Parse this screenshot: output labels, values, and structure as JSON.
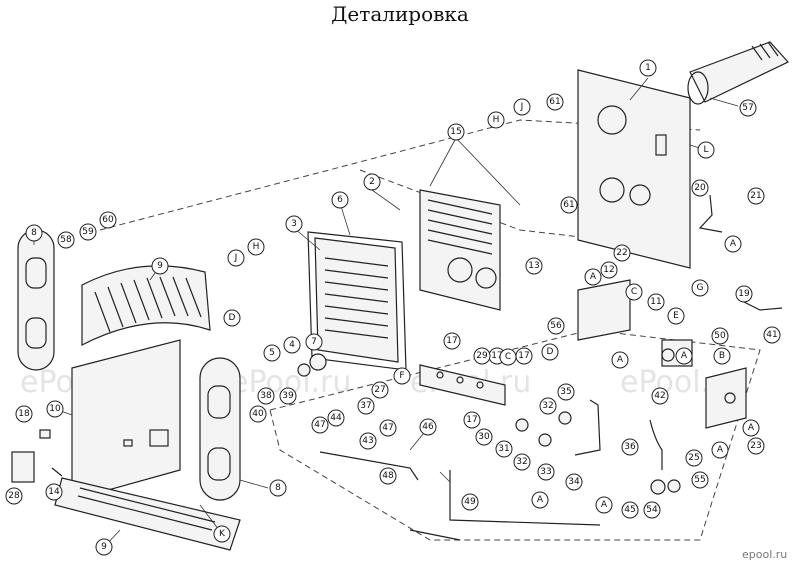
{
  "title": "Деталировка",
  "watermarks": [
    "ePool.ru",
    "ePool.ru",
    "ePool.ru",
    "ePool.ru"
  ],
  "brand_mark": "epool.ru",
  "callouts": [
    "1",
    "2",
    "3",
    "4",
    "5",
    "6",
    "7",
    "8",
    "8",
    "9",
    "9",
    "10",
    "11",
    "12",
    "13",
    "14",
    "15",
    "17",
    "17",
    "17",
    "17",
    "18",
    "19",
    "20",
    "21",
    "22",
    "23",
    "25",
    "27",
    "28",
    "29",
    "30",
    "31",
    "32",
    "32",
    "33",
    "34",
    "35",
    "36",
    "37",
    "38",
    "39",
    "40",
    "41",
    "42",
    "43",
    "44",
    "45",
    "46",
    "47",
    "47",
    "48",
    "49",
    "50",
    "54",
    "55",
    "56",
    "57",
    "58",
    "59",
    "60",
    "61",
    "61",
    "A",
    "A",
    "A",
    "A",
    "A",
    "A",
    "A",
    "A",
    "B",
    "C",
    "C",
    "D",
    "D",
    "E",
    "F",
    "G",
    "H",
    "H",
    "J",
    "J",
    "K",
    "L"
  ]
}
